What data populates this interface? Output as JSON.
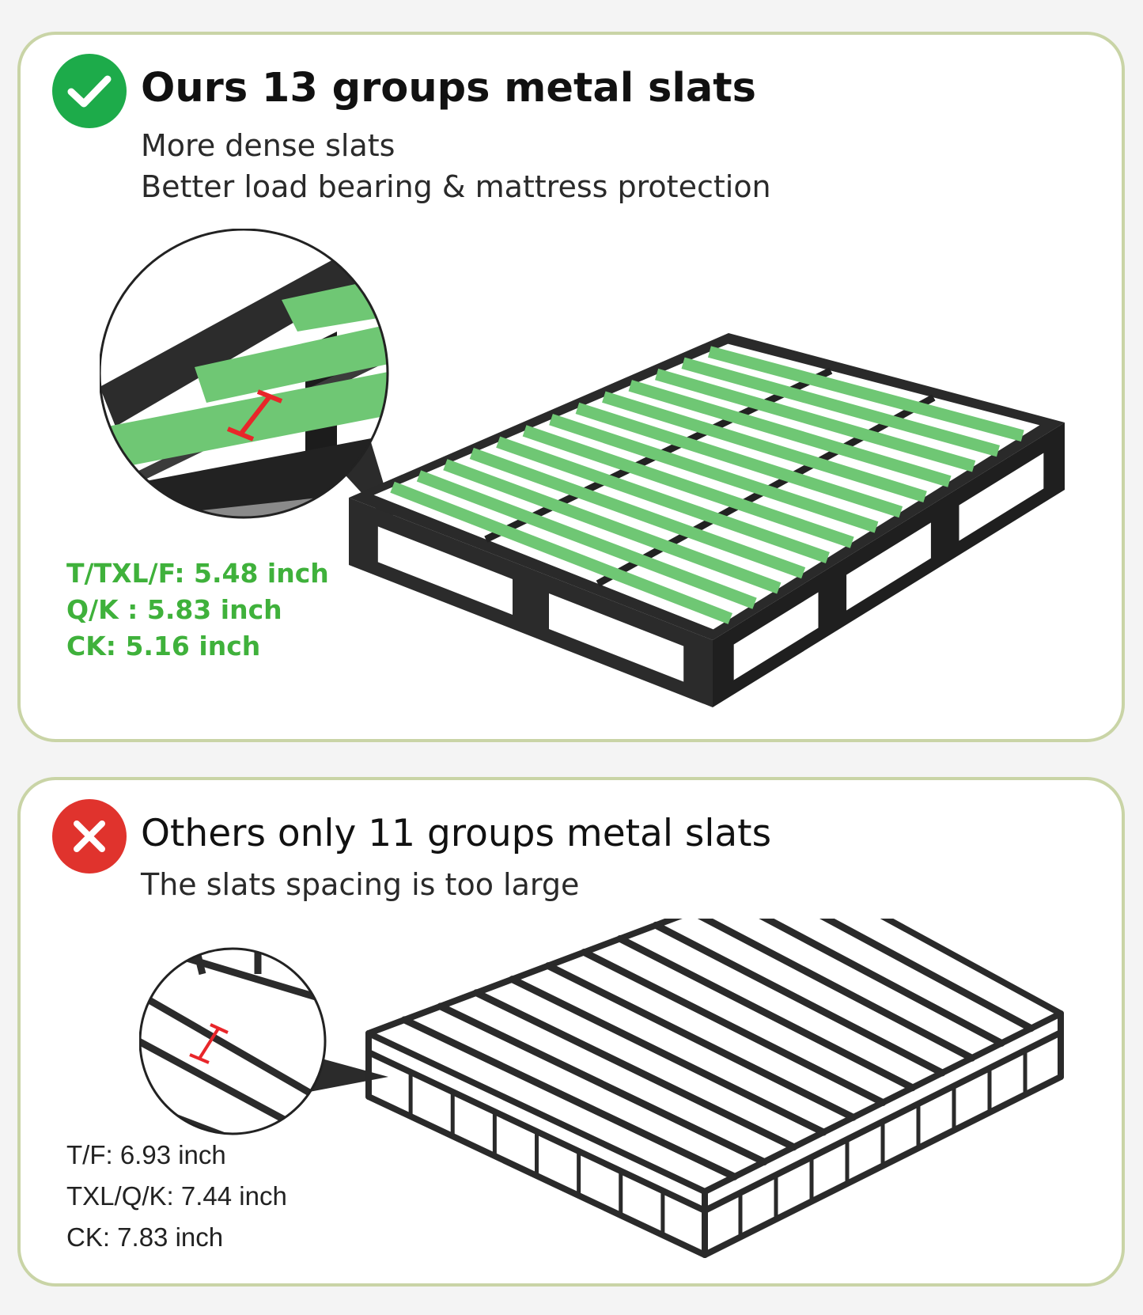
{
  "ours": {
    "title": "Ours 13 groups metal slats",
    "line1": "More dense slats",
    "line2": "Better load bearing & mattress protection",
    "specs": [
      "T/TXL/F: 5.48 inch",
      "Q/K : 5.83 inch",
      "CK: 5.16 inch"
    ],
    "slat_groups": 13,
    "badge_icon": "check-icon",
    "badge_color": "#1dab4a",
    "slat_color": "#6fc774"
  },
  "others": {
    "title": "Others only 11 groups metal slats",
    "line1": "The slats spacing is too large",
    "specs": [
      "T/F: 6.93 inch",
      "TXL/Q/K: 7.44 inch",
      "CK: 7.83 inch"
    ],
    "slat_groups": 11,
    "badge_icon": "x-icon",
    "badge_color": "#e0332d",
    "marker_color": "#e8262a"
  }
}
